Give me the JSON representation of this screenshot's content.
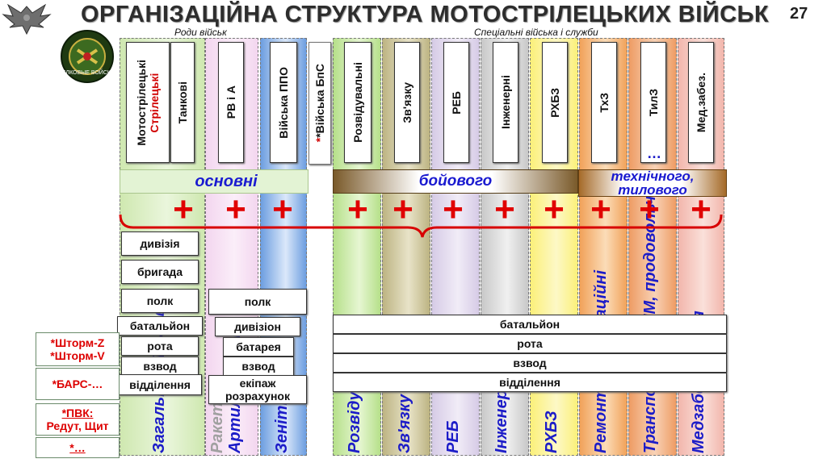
{
  "title": "ОРГАНІЗАЦІЙНА СТРУКТУРА МОТОСТРІЛЕЦЬКИХ ВІЙСЬК",
  "page_number": "27",
  "emblem_text": "МОТОСТРЕЛКОВЫЕ ВОЙСКА РОССИИ",
  "subheader_left": "Роди військ",
  "subheader_right": "Спеціальні війська і служби",
  "columns": [
    {
      "header": "Мотострілецькі",
      "header_red": "Стрілецькі",
      "bottom": "Загальновійськові"
    },
    {
      "header": "Танкові",
      "bottom": ""
    },
    {
      "header": "РВ і А",
      "bottom": "Ракетні",
      "bottom2": "Артилерійські"
    },
    {
      "header": "Війська ППО",
      "bottom": "Зенітні"
    },
    {
      "header": "*Війська БпС",
      "bottom": ""
    },
    {
      "header": "Розвідувальні",
      "bottom": "Розвідувальні"
    },
    {
      "header": "Зв'язку",
      "bottom": "Зв'язку"
    },
    {
      "header": "РЕБ",
      "bottom": "РЕБ"
    },
    {
      "header": "Інженерні",
      "bottom": "Інженерні"
    },
    {
      "header": "РХБЗ",
      "bottom": "РХБЗ"
    },
    {
      "header": "ТхЗ",
      "bottom": "Ремонтно-евакуаційні"
    },
    {
      "header": "ТилЗ",
      "header_extra": "…",
      "bottom": "Транспортні, ПММ, продовольчі"
    },
    {
      "header": "Мед.забез.",
      "bottom": "Медзабезпечення"
    }
  ],
  "groups": {
    "osnovni": "основні",
    "boiovoho": "бойового",
    "tekhnichnoho": "технічного,",
    "tylovoho": "тилового"
  },
  "plus_sign": "+",
  "levels_main": [
    "дивізія",
    "бригада",
    "полк",
    "батальйон",
    "рота",
    "взвод",
    "відділення"
  ],
  "levels_art": [
    "полк",
    "дивізіон",
    "батарея",
    "взвод",
    "екіпаж",
    "розрахунок"
  ],
  "levels_special": [
    "батальйон",
    "рота",
    "взвод",
    "відділення"
  ],
  "side_boxes": [
    {
      "line1": "*Шторм-Z",
      "line2": "*Шторм-V"
    },
    {
      "line1": "*БАРС-…"
    },
    {
      "line1": "*ПВК:",
      "line2": "Редут, Щит"
    },
    {
      "line1": "*…"
    }
  ],
  "colors": {
    "green": "#cfe8b0",
    "pink": "#f3d6ef",
    "blue": "#8fb6ea",
    "olive": "#bdb483",
    "lavender": "#d6cbe6",
    "grey": "#d4d4d4",
    "yellow": "#fbf07a",
    "orange": "#f1ab5e",
    "salmon": "#ee9c8c",
    "peach": "#f2c2ba",
    "brown": "#b07a40",
    "plus": "#e00000",
    "text_blue": "#1c1cc8"
  }
}
